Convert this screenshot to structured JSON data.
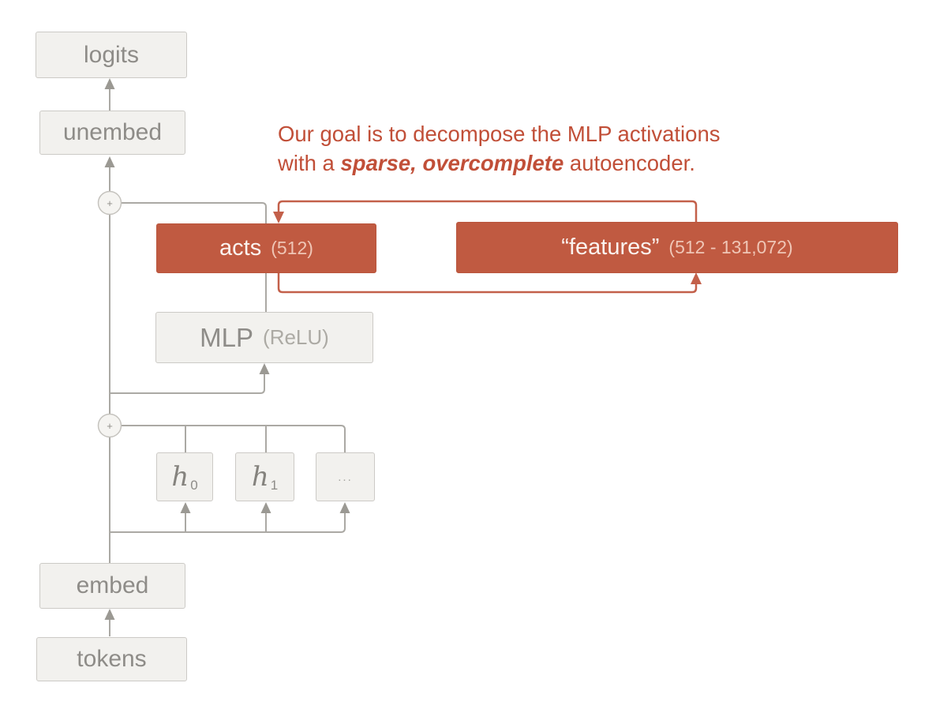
{
  "annotation": {
    "line1": "Our goal is to decompose the MLP activations",
    "line2_pre": "with a ",
    "line2_emphasis": "sparse, overcomplete",
    "line2_post": " autoencoder."
  },
  "boxes": {
    "logits": {
      "label": "logits"
    },
    "unembed": {
      "label": "unembed"
    },
    "acts": {
      "label": "acts",
      "detail": "(512)"
    },
    "features": {
      "label": "“features”",
      "detail": "(512 - 131,072)"
    },
    "mlp": {
      "label": "MLP",
      "detail": "(ReLU)"
    },
    "heads": [
      {
        "label": "h",
        "sub": "0"
      },
      {
        "label": "h",
        "sub": "1"
      },
      {
        "label": "..."
      }
    ],
    "embed": {
      "label": "embed"
    },
    "tokens": {
      "label": "tokens"
    }
  },
  "operators": {
    "residual_add": "+"
  },
  "colors": {
    "accent_red_fill": "#C05A41",
    "accent_red_stroke": "#C3604A",
    "annotation_red": "#C14F38",
    "box_fill": "#F2F1EE",
    "box_border": "#CCCAC6",
    "box_text": "#8E8C88",
    "line_gray": "#ABA9A4"
  }
}
